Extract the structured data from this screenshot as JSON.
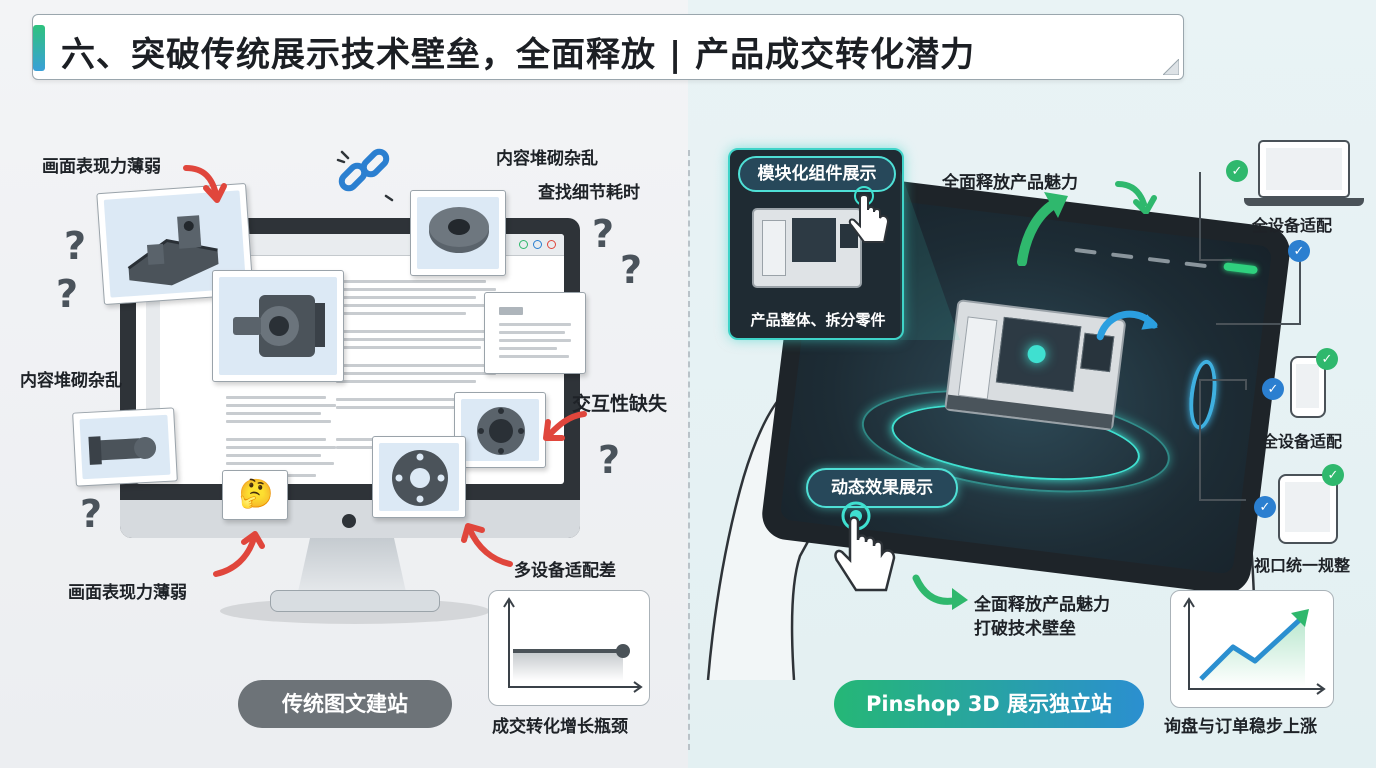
{
  "title": "六、突破传统展示技术壁垒，全面释放 | 产品成交转化潜力",
  "left": {
    "labels": {
      "weak_top": "画面表现力薄弱",
      "messy_top": "内容堆砌杂乱",
      "slow_find": "查找细节耗时",
      "messy_left": "内容堆砌杂乱",
      "no_interact": "交互性缺失",
      "weak_bottom": "画面表现力薄弱",
      "poor_device": "多设备适配差",
      "bottleneck": "成交转化增长瓶颈"
    },
    "pill": "传统图文建站",
    "thinking_emoji": "🤔",
    "question_mark": "?"
  },
  "right": {
    "popup_title": "模块化组件展示",
    "popup_caption": "产品整体、拆分零件",
    "release_top": "全面释放产品魅力",
    "dynamic_pill": "动态效果展示",
    "release_bottom_1": "全面释放产品魅力",
    "release_bottom_2": "打破技术壁垒",
    "pill": "Pinshop 3D 展示独立站",
    "growth": "询盘与订单稳步上涨",
    "devices": [
      {
        "label": "全设备适配"
      },
      {
        "label": "全设备适配"
      },
      {
        "label": "视口统一规整"
      }
    ],
    "check_glyph": "✓"
  },
  "colors": {
    "green": "#2fb86d",
    "blue": "#2b7fd0",
    "red_arrow": "#e0463c",
    "teal_glow": "#3fd4c9"
  }
}
